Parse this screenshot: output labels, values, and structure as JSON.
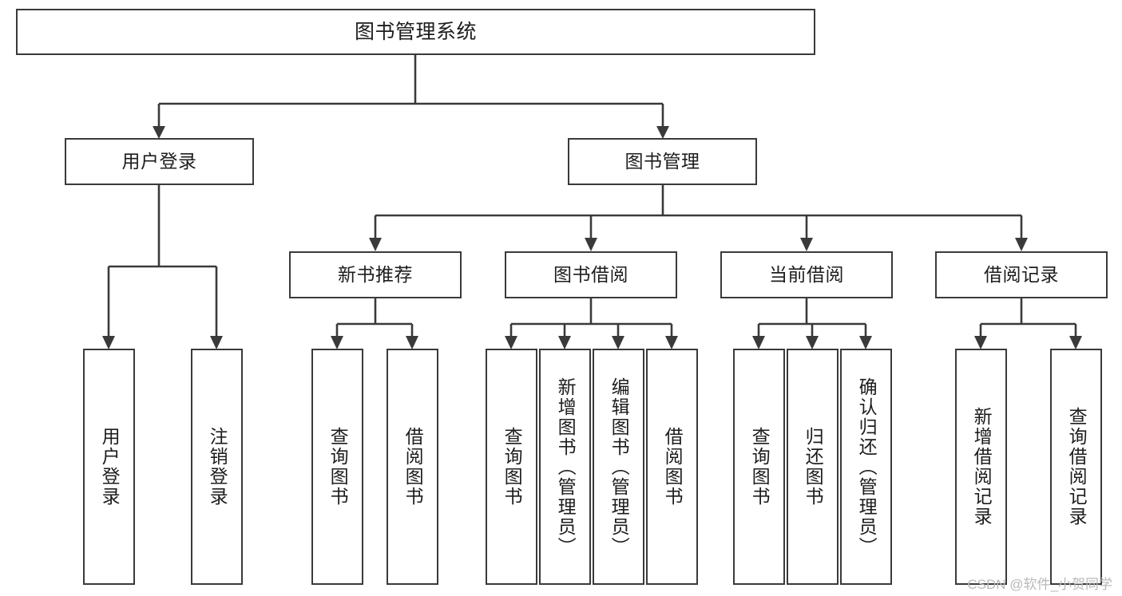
{
  "diagram": {
    "title": "图书管理系统",
    "type": "functional-structure-tree",
    "watermark": "CSDN @软件_小贺同学",
    "colors": {
      "stroke": "#3a3a3a",
      "box_fill": "#ffffff",
      "text": "#1d1d1d",
      "background": "#ffffff",
      "watermark": "#b9b9b9"
    }
  },
  "nodes": {
    "root": {
      "label": "图书管理系统"
    },
    "level2": [
      {
        "id": "user-login",
        "label": "用户登录"
      },
      {
        "id": "book-manage",
        "label": "图书管理"
      }
    ],
    "level3": [
      {
        "id": "new-book-recommend",
        "label": "新书推荐"
      },
      {
        "id": "book-borrow",
        "label": "图书借阅"
      },
      {
        "id": "current-borrow",
        "label": "当前借阅"
      },
      {
        "id": "borrow-record",
        "label": "借阅记录"
      }
    ],
    "leaves": {
      "user_login": [
        {
          "id": "leaf-user-login",
          "label": "用户登录"
        },
        {
          "id": "leaf-logout",
          "label": "注销登录"
        }
      ],
      "new_book_recommend": [
        {
          "id": "leaf-query-book-1",
          "label": "查询图书"
        },
        {
          "id": "leaf-borrow-book-1",
          "label": "借阅图书"
        }
      ],
      "book_borrow": [
        {
          "id": "leaf-query-book-2",
          "label": "查询图书"
        },
        {
          "id": "leaf-add-book",
          "label": "新增图书（管理员）"
        },
        {
          "id": "leaf-edit-book",
          "label": "编辑图书（管理员）"
        },
        {
          "id": "leaf-borrow-book-2",
          "label": "借阅图书"
        }
      ],
      "current_borrow": [
        {
          "id": "leaf-query-book-3",
          "label": "查询图书"
        },
        {
          "id": "leaf-return-book",
          "label": "归还图书"
        },
        {
          "id": "leaf-confirm-return",
          "label": "确认归还（管理员）"
        }
      ],
      "borrow_record": [
        {
          "id": "leaf-add-record",
          "label": "新增借阅记录"
        },
        {
          "id": "leaf-query-record",
          "label": "查询借阅记录"
        }
      ]
    }
  }
}
